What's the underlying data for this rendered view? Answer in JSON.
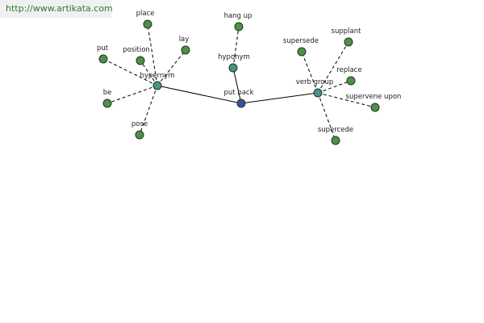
{
  "watermark": "http://www.artikata.com",
  "colors": {
    "leaf": "#4f8f4a",
    "category": "#4a8f8c",
    "center": "#3b4fa0",
    "outline": "#1a3a1a"
  },
  "nodes": [
    {
      "id": "put-back",
      "label": "put back",
      "kind": "center"
    },
    {
      "id": "hypernym",
      "label": "hypernym",
      "kind": "category"
    },
    {
      "id": "hyponym",
      "label": "hyponym",
      "kind": "category"
    },
    {
      "id": "verb-group",
      "label": "verb group",
      "kind": "category"
    },
    {
      "id": "place",
      "label": "place",
      "kind": "leaf"
    },
    {
      "id": "position",
      "label": "position",
      "kind": "leaf"
    },
    {
      "id": "lay",
      "label": "lay",
      "kind": "leaf"
    },
    {
      "id": "put",
      "label": "put",
      "kind": "leaf"
    },
    {
      "id": "be",
      "label": "be",
      "kind": "leaf"
    },
    {
      "id": "pose",
      "label": "pose",
      "kind": "leaf"
    },
    {
      "id": "hang-up",
      "label": "hang up",
      "kind": "leaf"
    },
    {
      "id": "supersede",
      "label": "supersede",
      "kind": "leaf"
    },
    {
      "id": "supplant",
      "label": "supplant",
      "kind": "leaf"
    },
    {
      "id": "replace",
      "label": "replace",
      "kind": "leaf"
    },
    {
      "id": "supervene-upon",
      "label": "supervene upon",
      "kind": "leaf"
    },
    {
      "id": "supercede",
      "label": "supercede",
      "kind": "leaf"
    }
  ],
  "edges": [
    {
      "from": "put-back",
      "to": "hypernym",
      "style": "solid"
    },
    {
      "from": "put-back",
      "to": "hyponym",
      "style": "solid"
    },
    {
      "from": "put-back",
      "to": "verb-group",
      "style": "solid"
    },
    {
      "from": "hypernym",
      "to": "place",
      "style": "dashed"
    },
    {
      "from": "hypernym",
      "to": "position",
      "style": "dashed"
    },
    {
      "from": "hypernym",
      "to": "lay",
      "style": "dashed"
    },
    {
      "from": "hypernym",
      "to": "put",
      "style": "dashed"
    },
    {
      "from": "hypernym",
      "to": "be",
      "style": "dashed"
    },
    {
      "from": "hypernym",
      "to": "pose",
      "style": "dashed"
    },
    {
      "from": "hyponym",
      "to": "hang-up",
      "style": "dashed"
    },
    {
      "from": "verb-group",
      "to": "supersede",
      "style": "dashed"
    },
    {
      "from": "verb-group",
      "to": "supplant",
      "style": "dashed"
    },
    {
      "from": "verb-group",
      "to": "replace",
      "style": "dashed"
    },
    {
      "from": "verb-group",
      "to": "supervene-upon",
      "style": "dashed"
    },
    {
      "from": "verb-group",
      "to": "supercede",
      "style": "dashed"
    }
  ]
}
